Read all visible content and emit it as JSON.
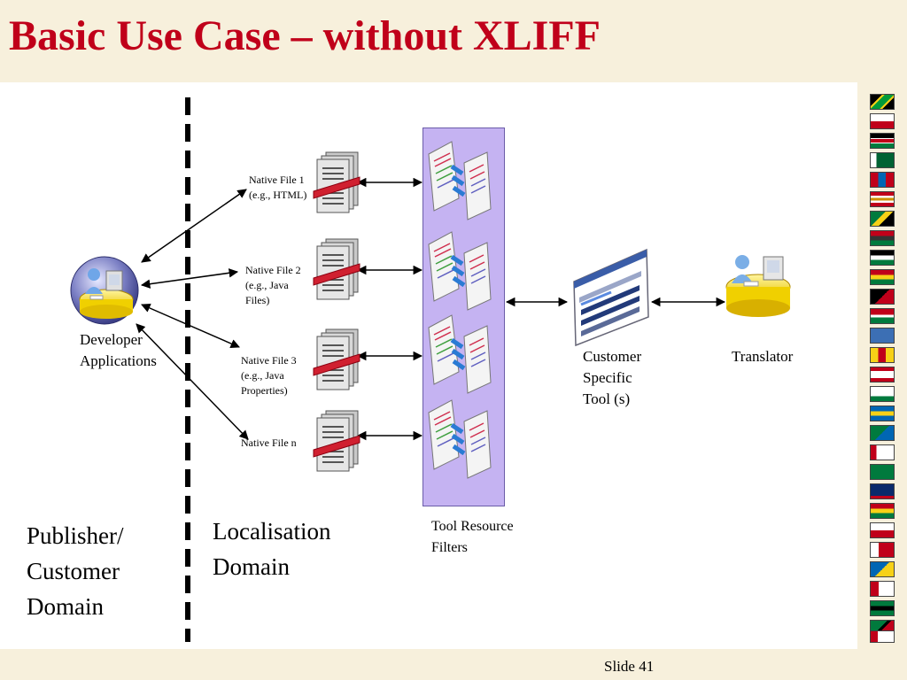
{
  "slide": {
    "title": "Basic Use Case – without XLIFF",
    "slide_number": "Slide 41"
  },
  "domains": {
    "publisher": [
      "Publisher/",
      "Customer",
      "Domain"
    ],
    "localisation": [
      "Localisation",
      "Domain"
    ]
  },
  "nodes": {
    "developer": [
      "Developer",
      "Applications"
    ],
    "native_files": [
      [
        "Native File 1",
        "(e.g., HTML)"
      ],
      [
        "Native File 2",
        "(e.g., Java",
        "Files)"
      ],
      [
        "Native File 3",
        "(e.g., Java",
        "Properties)"
      ],
      [
        "Native File  n"
      ]
    ],
    "filters": [
      "Tool Resource",
      "Filters"
    ],
    "tool": [
      "Customer",
      "Specific",
      "Tool (s)"
    ],
    "translator": "Translator"
  },
  "colors": {
    "title": "#c0001a",
    "band": "#f7f0dc",
    "filter_panel": "#c5b3f2"
  }
}
